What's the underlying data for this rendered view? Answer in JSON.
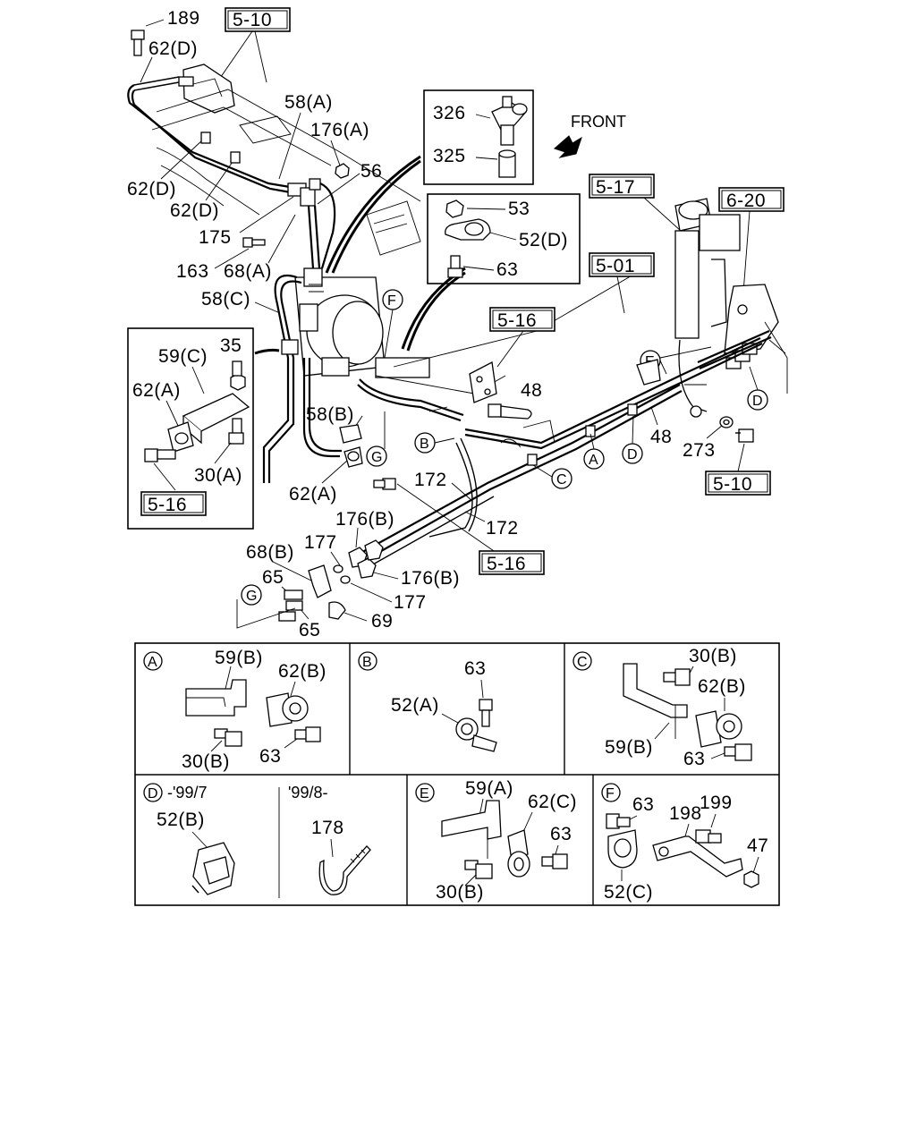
{
  "labels": {
    "l189": "189",
    "l62d_top": "62(D)",
    "l5_10_top": "5-10",
    "l58a": "58(A)",
    "l176a": "176(A)",
    "l56": "56",
    "l62d_left": "62(D)",
    "l62d_mid": "62(D)",
    "l175": "175",
    "l163": "163",
    "l68a": "68(A)",
    "l58c": "58(C)",
    "l326": "326",
    "l325": "325",
    "front": "FRONT",
    "l53": "53",
    "l52d": "52(D)",
    "l63_inset": "63",
    "l5_17": "5-17",
    "l6_20": "6-20",
    "l5_01": "5-01",
    "l5_16_mid": "5-16",
    "l35": "35",
    "l59c": "59(C)",
    "l62a_inset": "62(A)",
    "l30a": "30(A)",
    "l5_16_inset": "5-16",
    "l58b": "58(B)",
    "l48a": "48",
    "l48b": "48",
    "l273": "273",
    "l5_10_right": "5-10",
    "l62a": "62(A)",
    "l172a": "172",
    "l172b": "172",
    "l5_16_low": "5-16",
    "l176b_1": "176(B)",
    "l177_1": "177",
    "l68b": "68(B)",
    "l65_1": "65",
    "l176b_2": "176(B)",
    "l177_2": "177",
    "l69": "69",
    "l65_2": "65"
  },
  "refs": {
    "A": "A",
    "B": "B",
    "C": "C",
    "D": "D",
    "E": "E",
    "F": "F",
    "G": "G"
  },
  "details": {
    "A": {
      "l59b": "59(B)",
      "l62b": "62(B)",
      "l30b": "30(B)",
      "l63": "63"
    },
    "B": {
      "l63": "63",
      "l52a": "52(A)"
    },
    "C": {
      "l30b": "30(B)",
      "l62b": "62(B)",
      "l59b": "59(B)",
      "l63": "63"
    },
    "D": {
      "date_old": "-'99/7",
      "date_new": "'99/8-",
      "l52b": "52(B)",
      "l178": "178"
    },
    "E": {
      "l59a": "59(A)",
      "l62c": "62(C)",
      "l63": "63",
      "l30b": "30(B)"
    },
    "F": {
      "l63": "63",
      "l198": "198",
      "l199": "199",
      "l47": "47",
      "l52c": "52(C)"
    }
  }
}
